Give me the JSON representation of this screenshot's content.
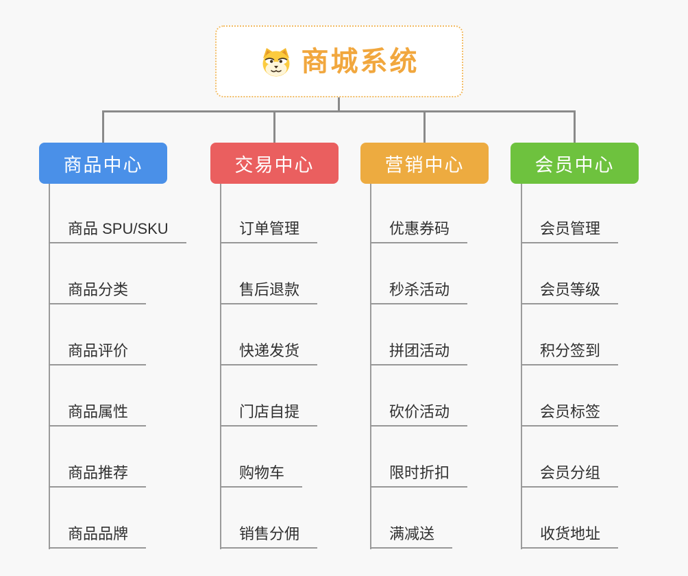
{
  "canvas": {
    "background_color": "#F8F8F8",
    "connector_color": "#8A8A8A"
  },
  "root": {
    "title": "商城系统",
    "icon": "shiba-dog-face-icon",
    "title_color": "#F1A73E",
    "border_color": "#F2BB62",
    "background_color": "#FFFFFF"
  },
  "branches": [
    {
      "id": "product-center",
      "label": "商品中心",
      "color": "#4A90E8",
      "items": [
        "商品 SPU/SKU",
        "商品分类",
        "商品评价",
        "商品属性",
        "商品推荐",
        "商品品牌"
      ]
    },
    {
      "id": "trade-center",
      "label": "交易中心",
      "color": "#EA5F5F",
      "items": [
        "订单管理",
        "售后退款",
        "快递发货",
        "门店自提",
        "购物车",
        "销售分佣"
      ]
    },
    {
      "id": "marketing-center",
      "label": "营销中心",
      "color": "#EDAB40",
      "items": [
        "优惠券码",
        "秒杀活动",
        "拼团活动",
        "砍价活动",
        "限时折扣",
        "满减送"
      ]
    },
    {
      "id": "member-center",
      "label": "会员中心",
      "color": "#6EC23E",
      "items": [
        "会员管理",
        "会员等级",
        "积分签到",
        "会员标签",
        "会员分组",
        "收货地址"
      ]
    }
  ]
}
